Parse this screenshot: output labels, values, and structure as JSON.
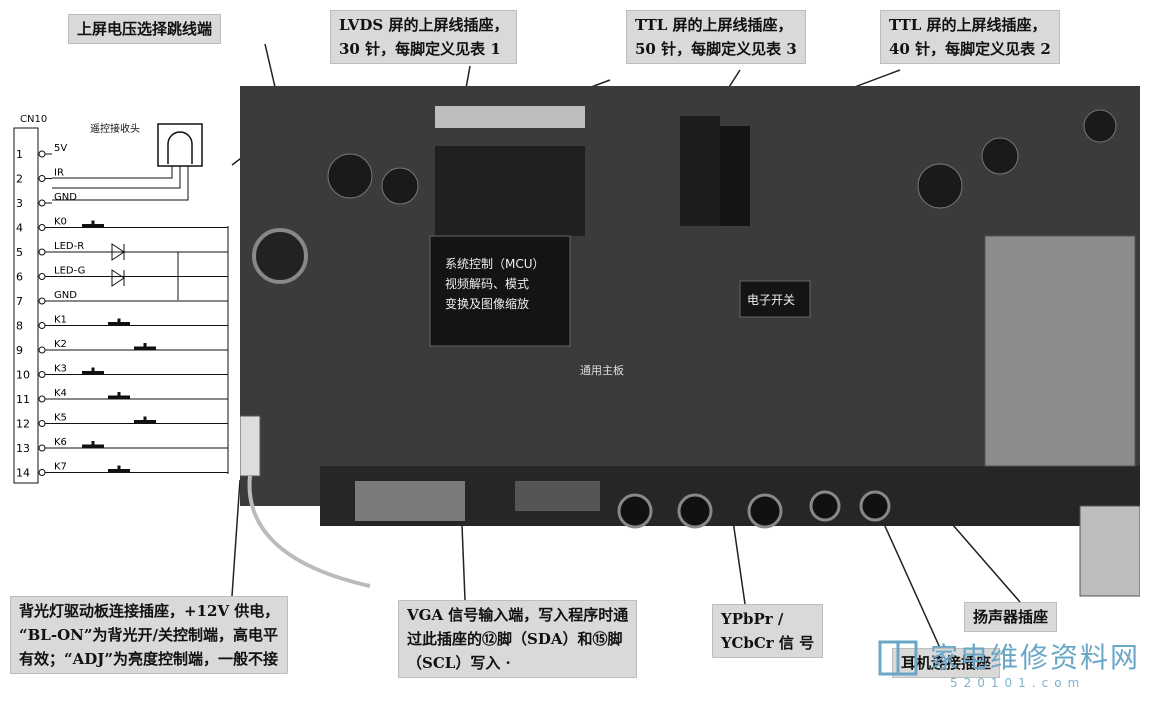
{
  "callouts": {
    "upper_voltage": "上屏电压选择跳线端",
    "lvds_line1": "LVDS 屏的上屏线插座，",
    "lvds_line2": "30 针，每脚定义见表 1",
    "ttl50_line1": "TTL 屏的上屏线插座，",
    "ttl50_line2": "50 针，每脚定义见表 3",
    "ttl40_line1": "TTL 屏的上屏线插座，",
    "ttl40_line2": "40 针，每脚定义见表 2",
    "backlight_line1": "背光灯驱动板连接插座，+12V 供电，",
    "backlight_line2": "“BL-ON”为背光开/关控制端，高电平",
    "backlight_line3": "有效；“ADJ”为亮度控制端，一般不接",
    "vga_line1": "VGA 信号输入端，写入程序时通",
    "vga_line2": "过此插座的⑫脚（SDA）和⑮脚",
    "vga_line3": "（SCL）写入 ·",
    "ypbpr_line1": "YPbPr /",
    "ypbpr_line2": "YCbCr 信 号",
    "speaker": "扬声器插座",
    "earphone": "耳机连接插座"
  },
  "schematic": {
    "connector": "CN10",
    "receiver": "遥控接收头",
    "pins": [
      {
        "num": "1",
        "label": "5V"
      },
      {
        "num": "2",
        "label": "IR"
      },
      {
        "num": "3",
        "label": "GND"
      },
      {
        "num": "4",
        "label": "K0"
      },
      {
        "num": "5",
        "label": "LED-R"
      },
      {
        "num": "6",
        "label": "LED-G"
      },
      {
        "num": "7",
        "label": "GND"
      },
      {
        "num": "8",
        "label": "K1"
      },
      {
        "num": "9",
        "label": "K2"
      },
      {
        "num": "10",
        "label": "K3"
      },
      {
        "num": "11",
        "label": "K4"
      },
      {
        "num": "12",
        "label": "K5"
      },
      {
        "num": "13",
        "label": "K6"
      },
      {
        "num": "14",
        "label": "K7"
      }
    ]
  },
  "board": {
    "mcu_line1": "系统控制（MCU）",
    "mcu_line2": "视频解码、模式",
    "mcu_line3": "变换及图像缩放",
    "power_switch": "电子开关",
    "main_board": "通用主板"
  },
  "watermark": {
    "site_name": "家电维修资料网",
    "site_url": "520101.com"
  },
  "colors": {
    "label_bg": "#d9d9d9",
    "board": "#3b3b3b",
    "logo": "#6aa7c7"
  }
}
